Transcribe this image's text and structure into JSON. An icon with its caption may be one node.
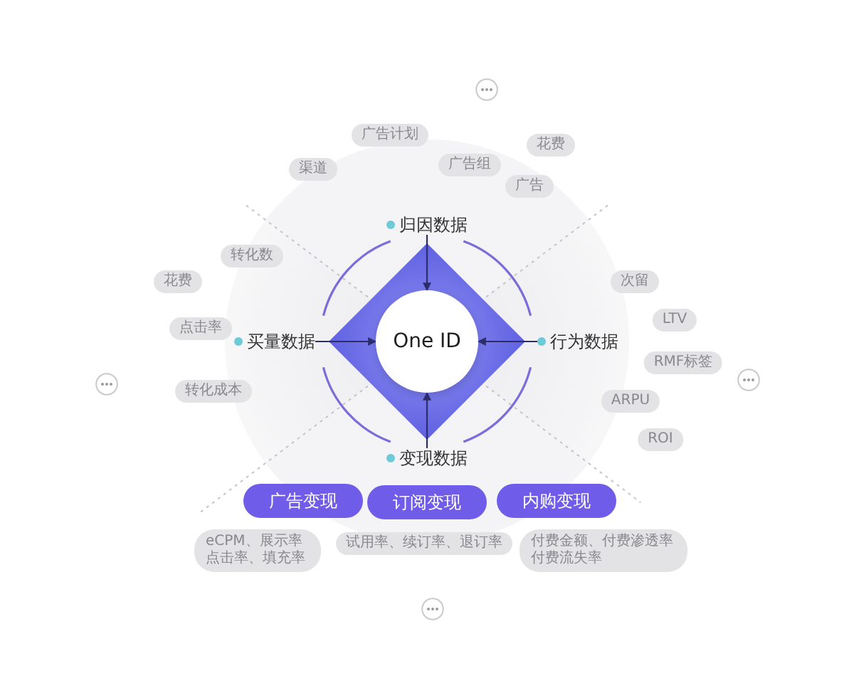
{
  "diagram": {
    "nodes": [
      {
        "text": [
          "广告计划"
        ]
      },
      {
        "text": [
          "花费"
        ]
      },
      {
        "text": [
          "广告组"
        ]
      },
      {
        "text": [
          "渠道"
        ]
      },
      {
        "text": [
          "广告"
        ]
      },
      {
        "text": [
          "归因数据"
        ]
      },
      {
        "text": [
          "转化数"
        ]
      },
      {
        "text": [
          "花费"
        ]
      },
      {
        "text": [
          "次留"
        ]
      },
      {
        "text": [
          "LTV"
        ]
      },
      {
        "text": [
          "点击率"
        ]
      },
      {
        "text": [
          "买量数据"
        ]
      },
      {
        "text": [
          "One ID"
        ]
      },
      {
        "text": [
          "行为数据"
        ]
      },
      {
        "text": [
          "RMF标签"
        ]
      },
      {
        "text": [
          "转化成本"
        ]
      },
      {
        "text": [
          "ARPU"
        ]
      },
      {
        "text": [
          "ROI"
        ]
      },
      {
        "text": [
          "变现数据"
        ]
      },
      {
        "text": [
          "广告变现"
        ]
      },
      {
        "text": [
          "订阅变现"
        ]
      },
      {
        "text": [
          "内购变现"
        ]
      },
      {
        "text": [
          "eCPM、展示率点击率、填充率"
        ]
      },
      {
        "text": [
          "试用率、续订率、退订率"
        ]
      },
      {
        "text": [
          "付费金额、付费渗透率付费流失率"
        ]
      }
    ],
    "edges": [
      {
        "from": 5,
        "to": 12,
        "arrow": "to"
      },
      {
        "from": 11,
        "to": 12,
        "arrow": "to"
      },
      {
        "from": 13,
        "to": 12,
        "arrow": "to"
      },
      {
        "from": 18,
        "to": 12,
        "arrow": "to"
      }
    ]
  }
}
